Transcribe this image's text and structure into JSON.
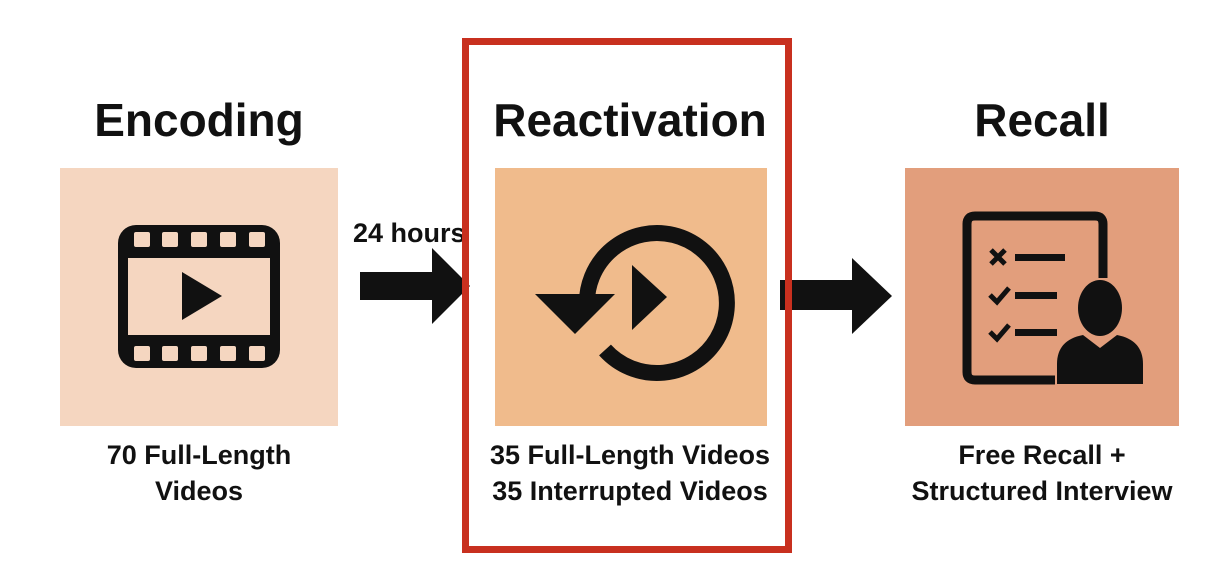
{
  "stages": [
    {
      "title": "Encoding",
      "caption": [
        "70 Full-Length",
        "Videos"
      ],
      "panel_color": "#f5d6c0",
      "icon": "film-play-icon"
    },
    {
      "title": "Reactivation",
      "caption": [
        "35 Full-Length Videos",
        "35 Interrupted Videos"
      ],
      "panel_color": "#f0bb8c",
      "icon": "replay-icon"
    },
    {
      "title": "Recall",
      "caption": [
        "Free Recall +",
        "Structured Interview"
      ],
      "panel_color": "#e29e7c",
      "icon": "checklist-person-icon"
    }
  ],
  "arrows": [
    {
      "label": "24 hours"
    },
    {
      "label": ""
    }
  ],
  "highlight_color": "#c8301f"
}
